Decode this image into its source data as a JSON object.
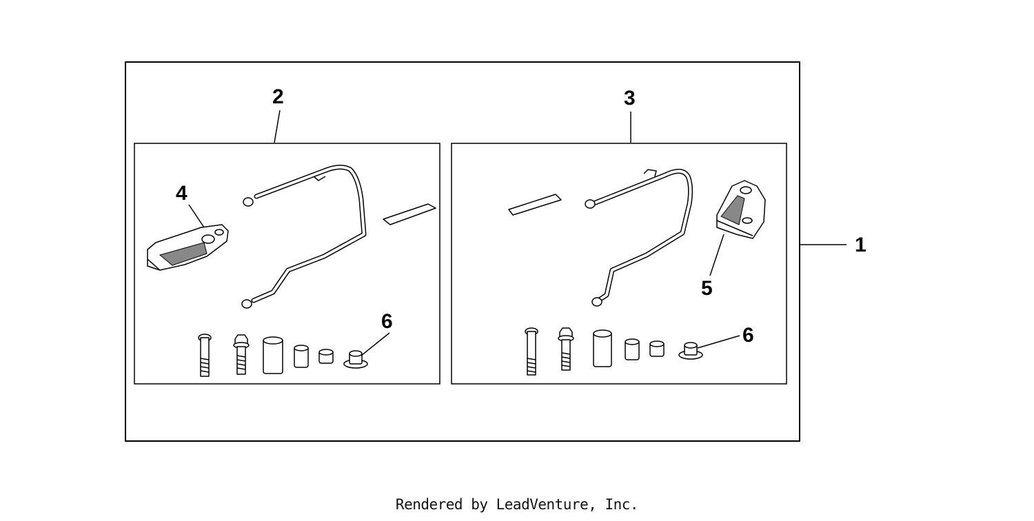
{
  "callouts": {
    "c1": "1",
    "c2": "2",
    "c3": "3",
    "c4": "4",
    "c5": "5",
    "c6_left": "6",
    "c6_right": "6"
  },
  "footer": "Rendered by LeadVenture, Inc."
}
